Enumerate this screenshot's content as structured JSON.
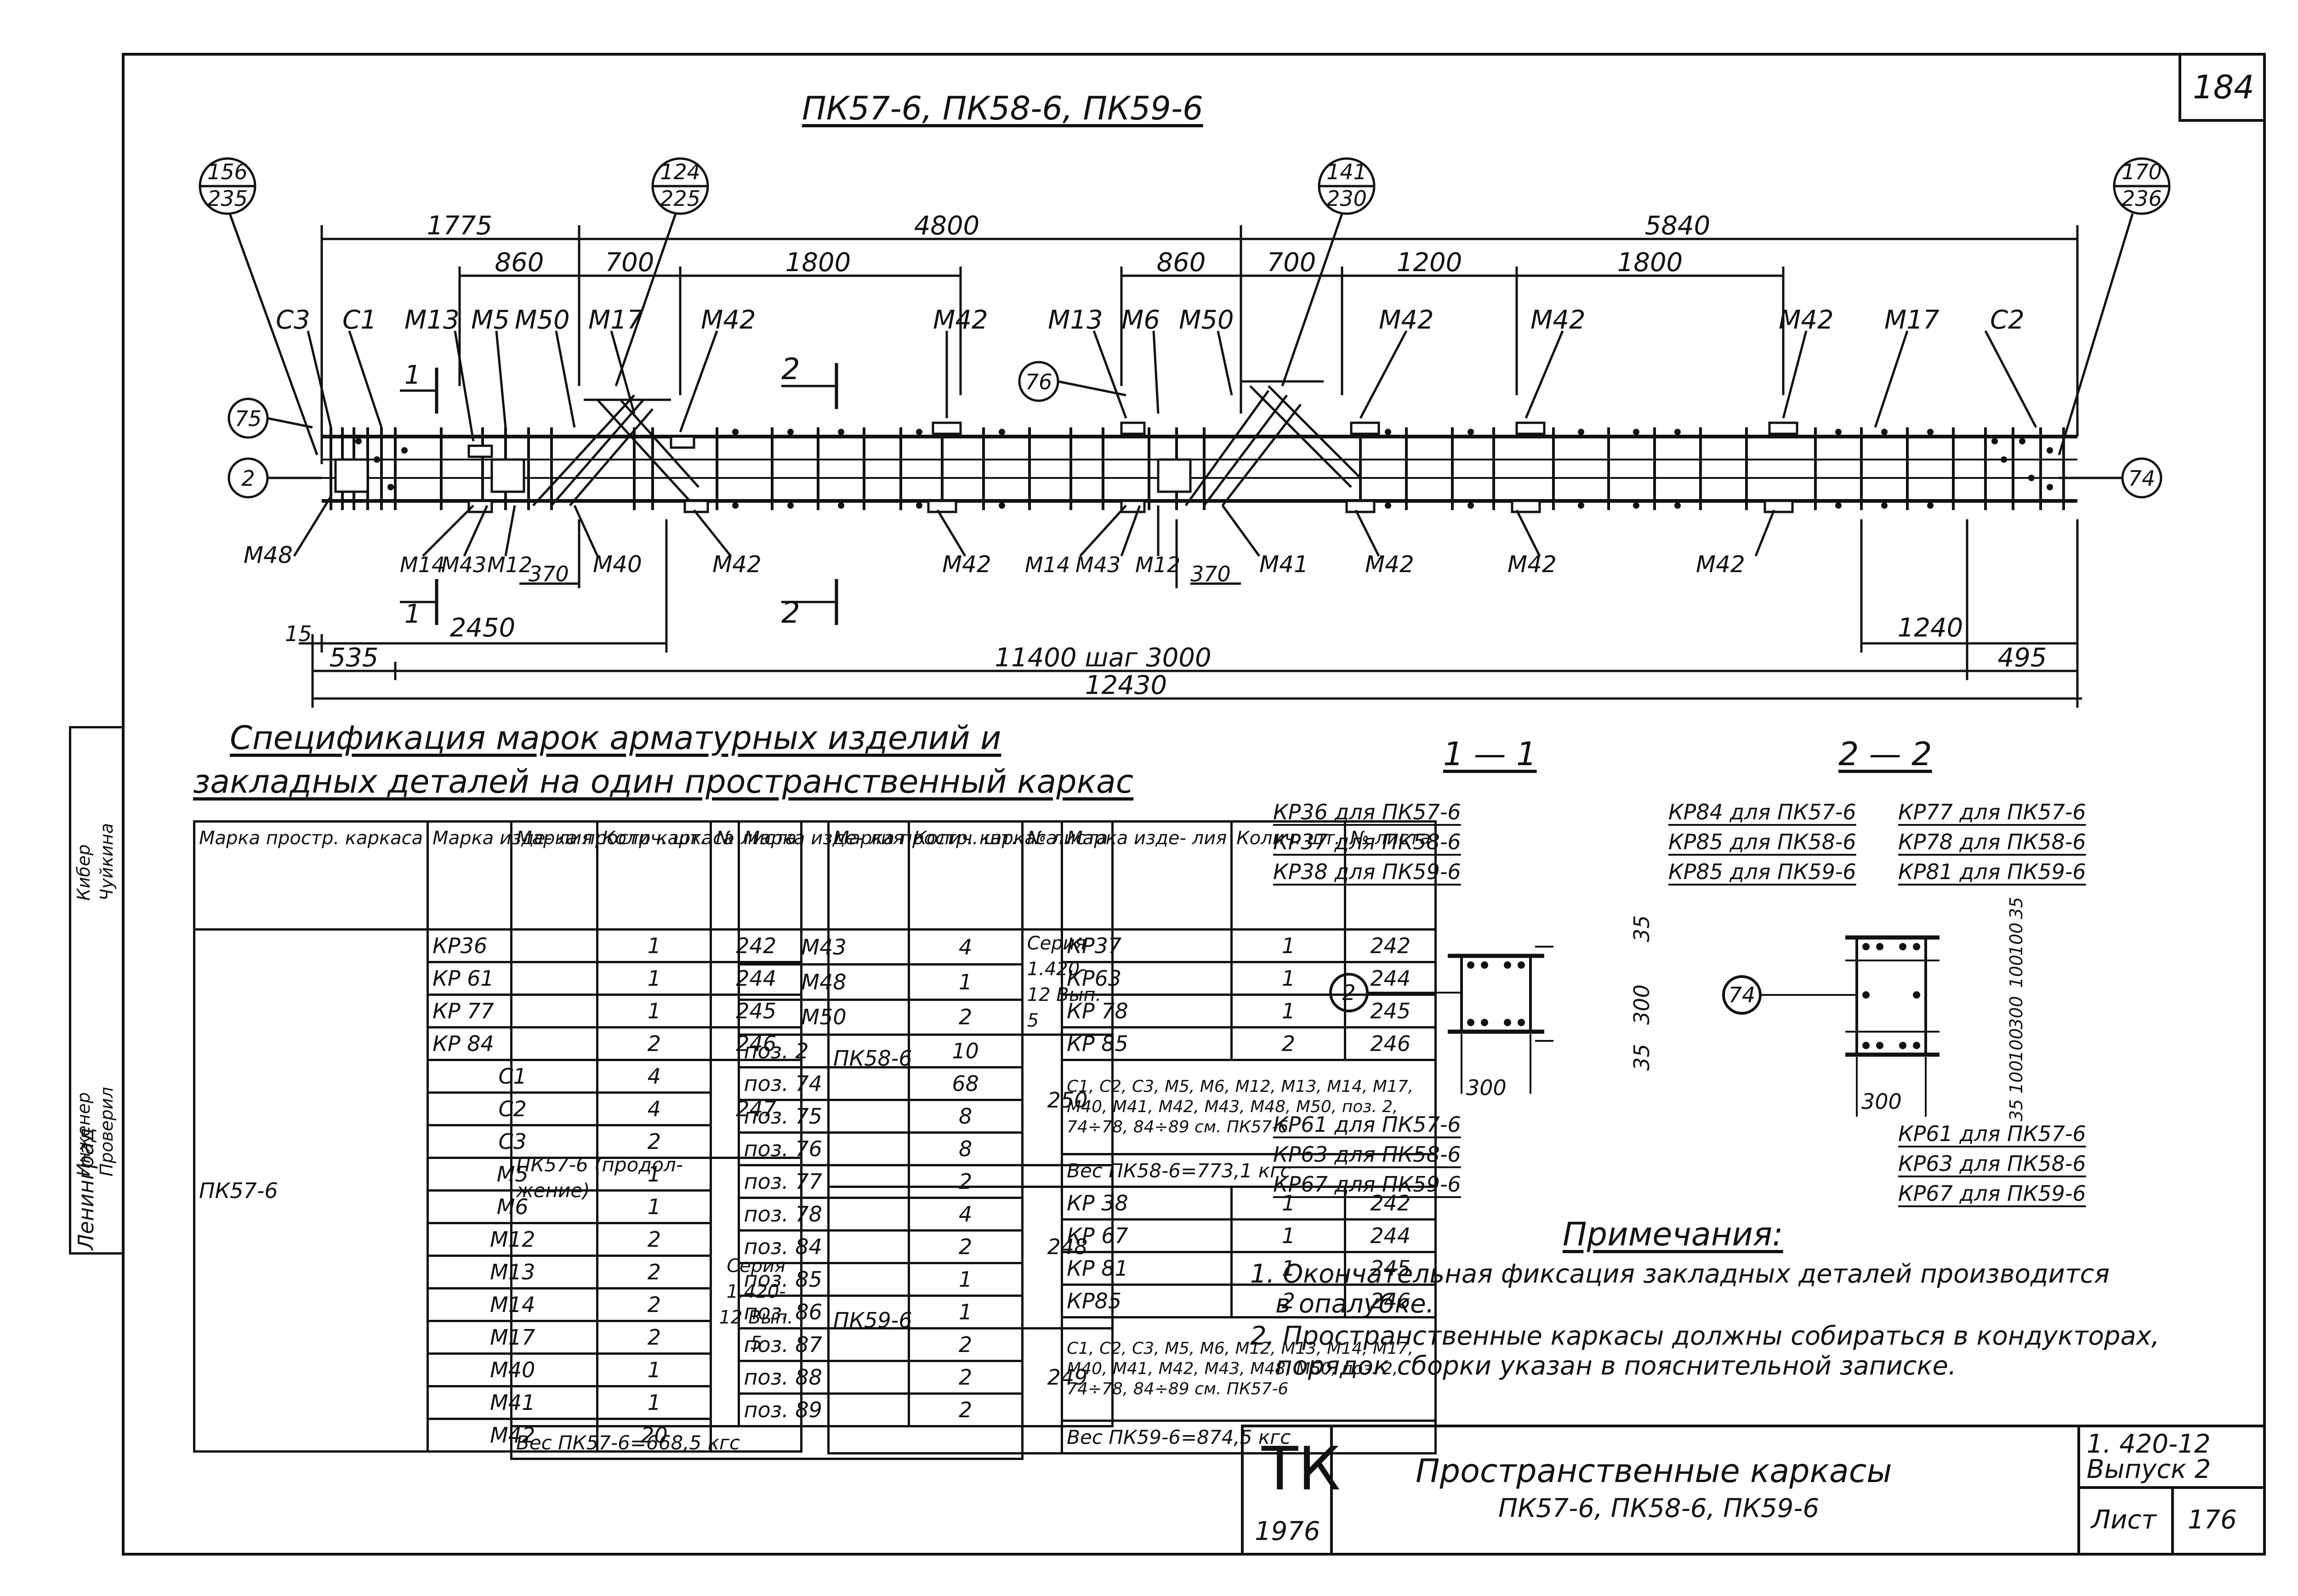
{
  "page_number": "184",
  "drawing_title": "ПК57-6, ПК58-6, ПК59-6",
  "callouts": {
    "c1_top": "156",
    "c1_bot": "235",
    "c2_top": "124",
    "c2_bot": "225",
    "c3_top": "141",
    "c3_bot": "230",
    "c4_top": "170",
    "c4_bot": "236",
    "n75": "75",
    "n2": "2",
    "n76": "76",
    "n74": "74"
  },
  "dims_top": {
    "d1775": "1775",
    "d4800": "4800",
    "d5840": "5840",
    "d860a": "860",
    "d700a": "700",
    "d1800a": "1800",
    "d860b": "860",
    "d700b": "700",
    "d1200": "1200",
    "d1800b": "1800"
  },
  "marks_top": {
    "c3": "С3",
    "c1": "С1",
    "m13a": "М13",
    "m5": "М5",
    "m50a": "М50",
    "m17a": "М17",
    "m42a": "М42",
    "m42b": "М42",
    "m13b": "М13",
    "m6": "М6",
    "m50b": "М50",
    "m42c": "М42",
    "m42d": "М42",
    "m42e": "М42",
    "m17b": "М17",
    "c2": "С2"
  },
  "marks_bottom": {
    "m48": "М48",
    "m14a": "М14",
    "m43a": "М43",
    "m12a": "М12",
    "d370a": "370",
    "m40": "М40",
    "m42f": "М42",
    "m42g": "М42",
    "m14b": "М14",
    "m43b": "М43",
    "m12b": "М12",
    "d370b": "370",
    "m41": "М41",
    "m42h": "М42",
    "m42i": "М42",
    "m42j": "М42"
  },
  "section_marks": {
    "s1": "1",
    "s2": "2"
  },
  "dims_bottom": {
    "d15": "15",
    "d2450": "2450",
    "d535": "535",
    "d11400": "11400 шаг 3000",
    "d1240": "1240",
    "d495": "495",
    "d12430": "12430"
  },
  "spec_title_1": "Спецификация марок арматурных изделий и",
  "spec_title_2": "закладных деталей на один пространственный каркас",
  "table_headers": {
    "h1": "Марка простр. каркаса",
    "h2": "Марка изде- лия",
    "h3": "Колич. шт.",
    "h4": "№ листа",
    "h1b": "Марка простр каркаса",
    "h2b": "Марка изде- лия",
    "h3b": "Колич. шт.",
    "h4b": "№ листа",
    "h1c": "Марка простр. каркаса",
    "h2c": "Марка изде- лия",
    "h3c": "Колич. шт.",
    "h4c": "№ листа"
  },
  "table1": {
    "frame": "ПК57-6",
    "rows": [
      [
        "КР36",
        "1",
        "242"
      ],
      [
        "КР 61",
        "1",
        "244"
      ],
      [
        "КР 77",
        "1",
        "245"
      ],
      [
        "КР 84",
        "2",
        "246"
      ],
      [
        "С1",
        "4",
        ""
      ],
      [
        "С2",
        "4",
        "247"
      ],
      [
        "С3",
        "2",
        ""
      ],
      [
        "М5",
        "1",
        ""
      ],
      [
        "М6",
        "1",
        ""
      ],
      [
        "М12",
        "2",
        ""
      ],
      [
        "М13",
        "2",
        "Серия 1.420-12 Вып. 5"
      ],
      [
        "М14",
        "2",
        ""
      ],
      [
        "М17",
        "2",
        ""
      ],
      [
        "М40",
        "1",
        ""
      ],
      [
        "М41",
        "1",
        ""
      ],
      [
        "М42",
        "20",
        ""
      ]
    ]
  },
  "table2": {
    "frame": "ПК57-6 (продол- жение)",
    "rows": [
      [
        "М43",
        "4",
        "Серия 1.420-12 Вып. 5"
      ],
      [
        "М48",
        "1",
        ""
      ],
      [
        "М50",
        "2",
        ""
      ],
      [
        "поз. 2",
        "10",
        ""
      ],
      [
        "поз. 74",
        "68",
        "250"
      ],
      [
        "поз. 75",
        "8",
        ""
      ],
      [
        "поз. 76",
        "8",
        ""
      ],
      [
        "поз. 77",
        "2",
        ""
      ],
      [
        "поз. 78",
        "4",
        ""
      ],
      [
        "поз. 84",
        "2",
        "248"
      ],
      [
        "поз. 85",
        "1",
        ""
      ],
      [
        "поз. 86",
        "1",
        ""
      ],
      [
        "поз. 87",
        "2",
        ""
      ],
      [
        "поз. 88",
        "2",
        "249"
      ],
      [
        "поз. 89",
        "2",
        ""
      ]
    ],
    "weight": "Вес ПК57-6=668,5 кгс"
  },
  "table3": {
    "frame58": "ПК58-6",
    "rows58": [
      [
        "КР37",
        "1",
        "242"
      ],
      [
        "КР63",
        "1",
        "244"
      ],
      [
        "КР 78",
        "1",
        "245"
      ],
      [
        "КР 85",
        "2",
        "246"
      ]
    ],
    "note58": "С1, С2, С3, М5, М6, М12, М13, М14, М17, М40, М41, М42, М43, М48, М50, поз. 2, 74÷78, 84÷89 см. ПК57-6",
    "weight58": "Вес ПК58-6=773,1 кгс",
    "frame59": "ПК59-6",
    "rows59": [
      [
        "КР 38",
        "1",
        "242"
      ],
      [
        "КР 67",
        "1",
        "244"
      ],
      [
        "КР 81",
        "1",
        "245"
      ],
      [
        "КР85",
        "2",
        "246"
      ]
    ],
    "note59": "С1, С2, С3, М5, М6, М12, М13, М14, М17, М40, М41, М42, М43, М48, М50, поз. 2, 74÷78, 84÷89 см. ПК57-6",
    "weight59": "Вес ПК59-6=874,5 кгс"
  },
  "section11": {
    "title": "1 — 1",
    "top1": "КР36 для ПК57-6",
    "top2": "КР37 для ПК58-6",
    "top3": "КР38 для ПК59-6",
    "bot1": "КР61 для ПК57-6",
    "bot2": "КР63 для ПК58-6",
    "bot3": "КР67 для ПК59-6",
    "d35a": "35",
    "d300v": "300",
    "d35b": "35",
    "d300h": "300",
    "circle": "2"
  },
  "section22": {
    "title": "2 — 2",
    "tl1": "КР84 для ПК57-6",
    "tl2": "КР85 для ПК58-6",
    "tl3": "КР85 для ПК59-6",
    "tr1": "КР77 для ПК57-6",
    "tr2": "КР78 для ПК58-6",
    "tr3": "КР81 для ПК59-6",
    "br1": "КР61 для ПК57-6",
    "br2": "КР63 для ПК58-6",
    "br3": "КР67 для ПК59-6",
    "d35a": "35",
    "d100a": "100",
    "d100b": "100",
    "d300v": "300",
    "d100c": "100",
    "d100d": "100",
    "d35b": "35",
    "d300h": "300",
    "circle": "74"
  },
  "notes": {
    "title": "Примечания:",
    "n1a": "1. Окончательная фиксация закладных деталей производится",
    "n1b": "в опалубке.",
    "n2a": "2. Пространственные каркасы должны собираться в кондукторах,",
    "n2b": "порядок сборки указан в пояснительной записке."
  },
  "stamp": {
    "logo": "ТК",
    "year": "1976",
    "title1": "Пространственные каркасы",
    "title2": "ПК57-6, ПК58-6, ПК59-6",
    "series": "1. 420-12",
    "issue": "Выпуск 2",
    "sheet_label": "Лист",
    "sheet_no": "176"
  },
  "side": {
    "city": "Ленинград",
    "engineer": "Инженер",
    "checked": "Проверил",
    "name1": "Кибер",
    "name2": "Чуйкина"
  }
}
